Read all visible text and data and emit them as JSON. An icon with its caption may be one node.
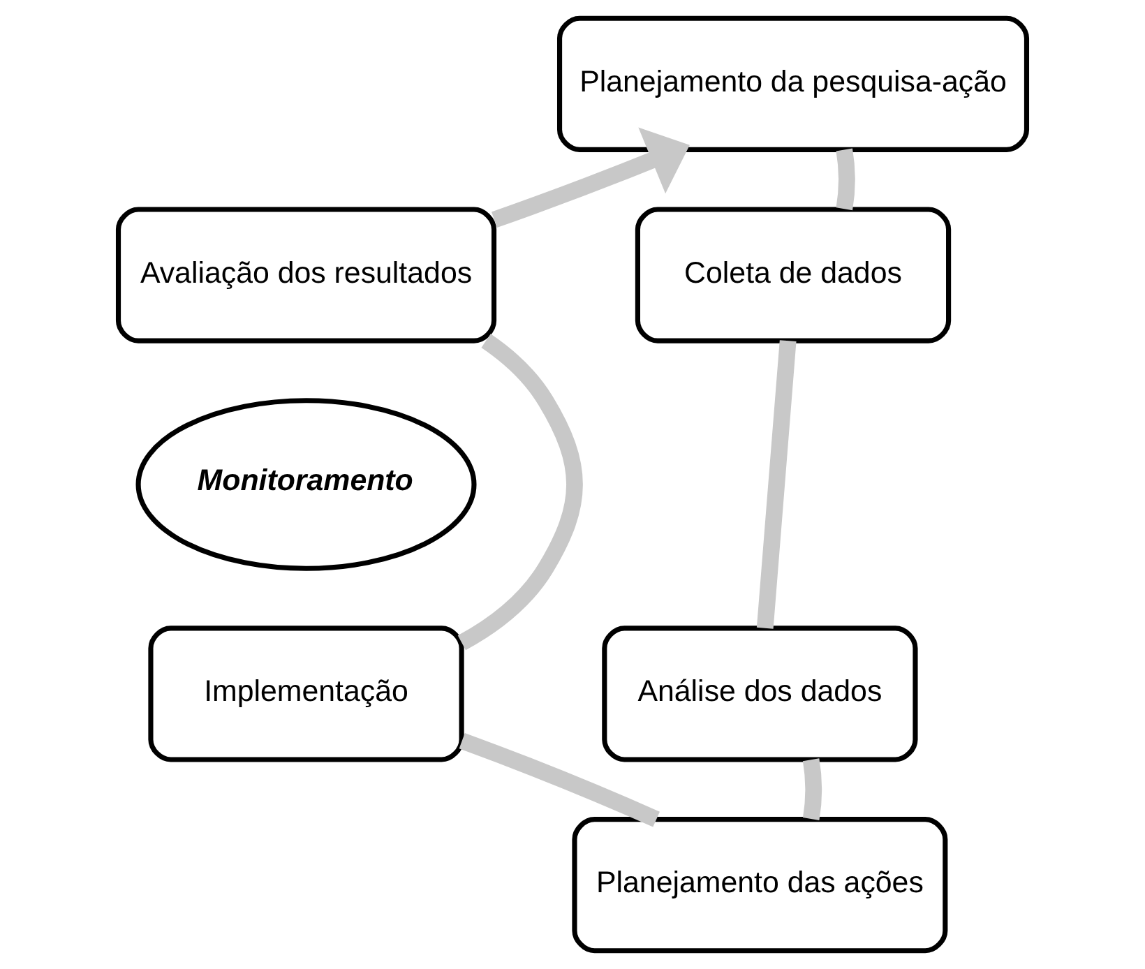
{
  "diagram": {
    "nodes": [
      {
        "text": [
          "Planejamento da pesquisa-ação"
        ]
      },
      {
        "text": [
          "Avaliação dos resultados"
        ]
      },
      {
        "text": [
          "Coleta de dados"
        ]
      },
      {
        "text": [
          "Monitoramento"
        ]
      },
      {
        "text": [
          "Implementação"
        ]
      },
      {
        "text": [
          "Análise dos dados"
        ]
      },
      {
        "text": [
          "Planejamento das ações"
        ]
      }
    ],
    "edges": [
      {
        "from": 0,
        "to": 2,
        "arrow": "none"
      },
      {
        "from": 2,
        "to": 5,
        "arrow": "none"
      },
      {
        "from": 5,
        "to": 6,
        "arrow": "none"
      },
      {
        "from": 6,
        "to": 4,
        "arrow": "none"
      },
      {
        "from": 4,
        "to": 1,
        "arrow": "none"
      },
      {
        "from": 1,
        "to": 0,
        "arrow": "to"
      }
    ]
  }
}
